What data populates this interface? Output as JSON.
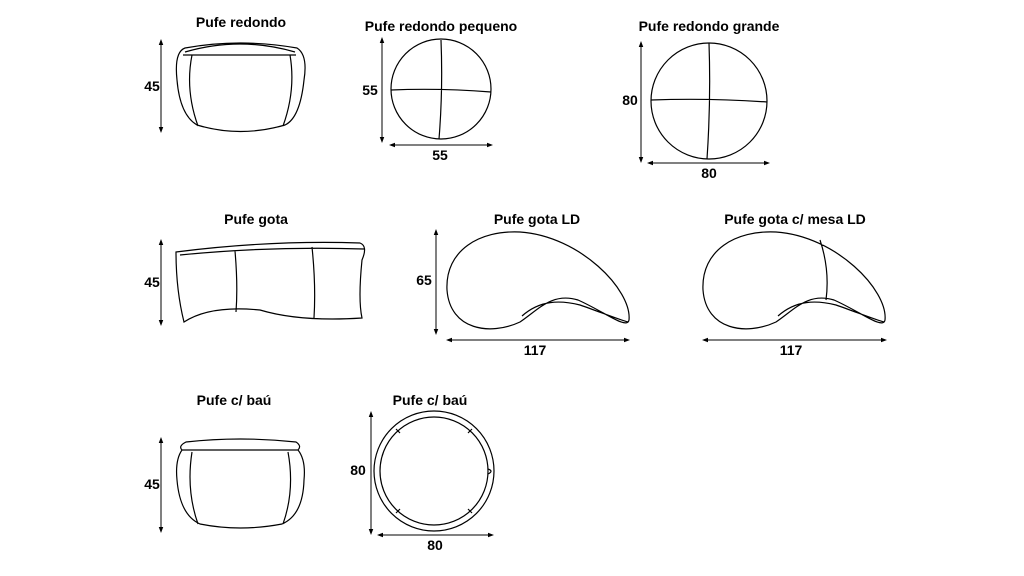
{
  "items": [
    {
      "title": "Pufe redondo",
      "height": "45"
    },
    {
      "title": "Pufe redondo pequeno",
      "height": "55",
      "width": "55"
    },
    {
      "title": "Pufe redondo grande",
      "height": "80",
      "width": "80"
    },
    {
      "title": "Pufe gota",
      "height": "45"
    },
    {
      "title": "Pufe gota LD",
      "height": "65",
      "width": "117"
    },
    {
      "title": "Pufe gota c/ mesa LD",
      "width": "117"
    },
    {
      "title": "Pufe c/ baú",
      "height": "45"
    },
    {
      "title": "Pufe c/ baú",
      "height": "80",
      "width": "80"
    }
  ]
}
